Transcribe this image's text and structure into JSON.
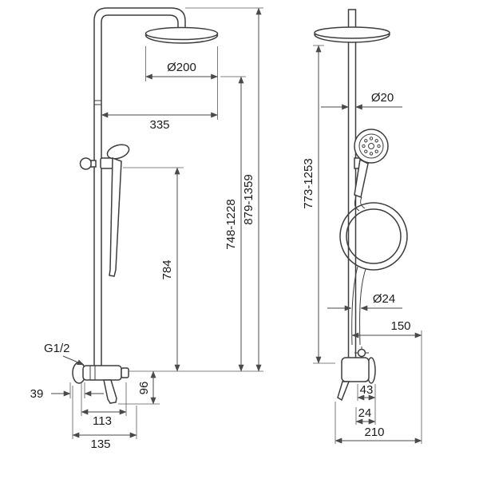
{
  "front": {
    "head_diameter": "Ø200",
    "head_offset": "335",
    "shower_height_range": "748-1228",
    "total_height_range": "879-1359",
    "hand_shower_height": "784",
    "connection_thread": "G1/2",
    "wall_distance": "39",
    "handle_drop": "96",
    "body_width": "113",
    "overall_width": "135"
  },
  "side": {
    "pipe_diameter": "Ø20",
    "height_range": "773-1253",
    "hose_diameter": "Ø24",
    "wall_to_pipe": "150",
    "valve_depth": "43",
    "valve_offset": "24",
    "overall_depth": "210"
  }
}
